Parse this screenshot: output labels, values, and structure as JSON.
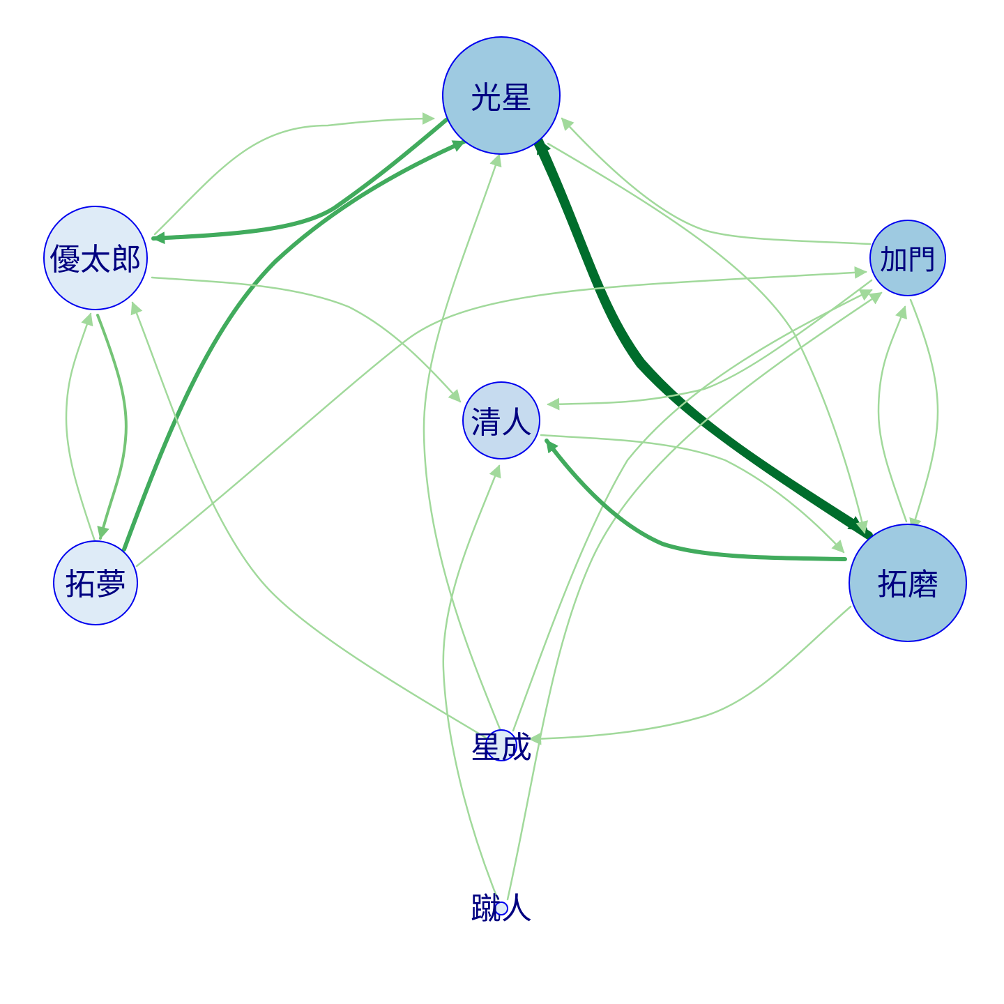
{
  "colors": {
    "background": "#ffffff",
    "node_stroke": "#0000ee",
    "label": "#000080",
    "node_fill_large": "#9ecae1",
    "node_fill_medium": "#c6dbef",
    "node_fill_light": "#deebf7",
    "edge_light": "#a1d99b",
    "edge_medium": "#74c476",
    "edge_strong": "#41ab5d",
    "edge_strongest": "#006d2c"
  },
  "nodes": [
    {
      "id": "kosei",
      "label": "光星",
      "fill": "large"
    },
    {
      "id": "yutaro",
      "label": "優太郎",
      "fill": "light"
    },
    {
      "id": "kamon",
      "label": "加門",
      "fill": "large"
    },
    {
      "id": "kiyoto",
      "label": "清人",
      "fill": "medium"
    },
    {
      "id": "takumu",
      "label": "拓夢",
      "fill": "light"
    },
    {
      "id": "takuma",
      "label": "拓磨",
      "fill": "large"
    },
    {
      "id": "hoshinari",
      "label": "星成",
      "fill": "light"
    },
    {
      "id": "shuto",
      "label": "蹴人",
      "fill": "light"
    }
  ],
  "edges": [
    {
      "from": "kosei",
      "to": "yutaro",
      "weight": "strong"
    },
    {
      "from": "yutaro",
      "to": "kosei",
      "weight": "light"
    },
    {
      "from": "takumu",
      "to": "kosei",
      "weight": "strong"
    },
    {
      "from": "takuma",
      "to": "kosei",
      "weight": "strongest"
    },
    {
      "from": "kosei",
      "to": "takuma",
      "weight": "strongest"
    },
    {
      "from": "kamon",
      "to": "kosei",
      "weight": "light"
    },
    {
      "from": "kosei",
      "to": "takuma",
      "weight": "light"
    },
    {
      "from": "hoshinari",
      "to": "kosei",
      "weight": "light"
    },
    {
      "from": "yutaro",
      "to": "takumu",
      "weight": "medium"
    },
    {
      "from": "takumu",
      "to": "yutaro",
      "weight": "light"
    },
    {
      "from": "hoshinari",
      "to": "yutaro",
      "weight": "light"
    },
    {
      "from": "yutaro",
      "to": "kiyoto",
      "weight": "light"
    },
    {
      "from": "takumu",
      "to": "kamon",
      "weight": "light"
    },
    {
      "from": "kamon",
      "to": "kiyoto",
      "weight": "light"
    },
    {
      "from": "kamon",
      "to": "takuma",
      "weight": "light"
    },
    {
      "from": "takuma",
      "to": "kamon",
      "weight": "light"
    },
    {
      "from": "hoshinari",
      "to": "kamon",
      "weight": "light"
    },
    {
      "from": "shuto",
      "to": "kamon",
      "weight": "light"
    },
    {
      "from": "takuma",
      "to": "kiyoto",
      "weight": "strong"
    },
    {
      "from": "kiyoto",
      "to": "takuma",
      "weight": "light"
    },
    {
      "from": "shuto",
      "to": "kiyoto",
      "weight": "light"
    },
    {
      "from": "takuma",
      "to": "hoshinari",
      "weight": "light"
    }
  ]
}
